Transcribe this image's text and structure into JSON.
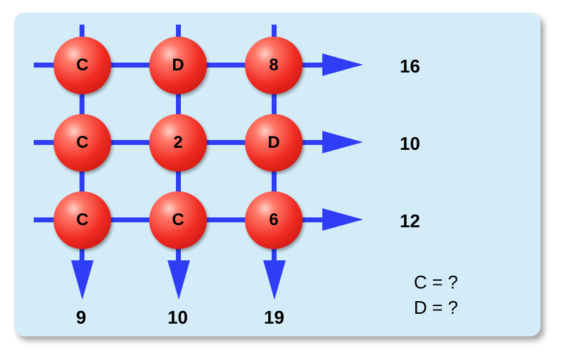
{
  "grid": {
    "rows": [
      [
        "C",
        "D",
        "8"
      ],
      [
        "C",
        "2",
        "D"
      ],
      [
        "C",
        "C",
        "6"
      ]
    ]
  },
  "row_sums": [
    "16",
    "10",
    "12"
  ],
  "col_sums": [
    "9",
    "10",
    "19"
  ],
  "questions": [
    "C = ?",
    "D = ?"
  ],
  "colors": {
    "background_panel": "#d4ecf7",
    "line": "#2f3ef5",
    "ball": "#f02a22"
  }
}
